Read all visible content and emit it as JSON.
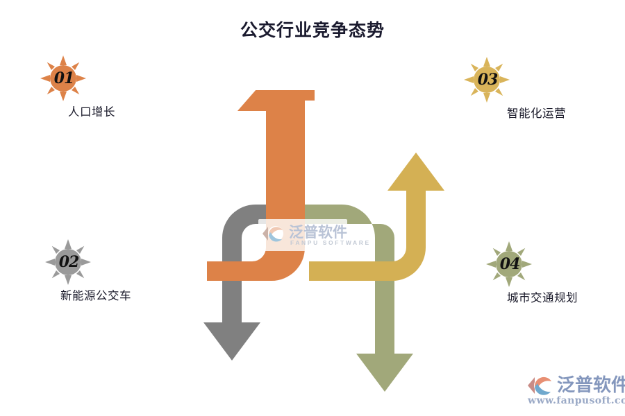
{
  "page": {
    "title": "公交行业竞争态势",
    "background_color": "#FFFFFF"
  },
  "diagram": {
    "type": "interlocking-curved-arrows",
    "description": "四个弯曲箭头交错组成的竞争态势图",
    "arrows": [
      {
        "id": "arrow-orange",
        "color": "#DD8248",
        "direction": "up",
        "tip_label": "向上",
        "linked_item": "01"
      },
      {
        "id": "arrow-gray",
        "color": "#808080",
        "direction": "down",
        "tip_label": "向下",
        "linked_item": "02"
      },
      {
        "id": "arrow-gold",
        "color": "#D4B054",
        "direction": "up",
        "tip_label": "向上",
        "linked_item": "03"
      },
      {
        "id": "arrow-sage",
        "color": "#A1A87A",
        "direction": "down",
        "tip_label": "向下",
        "linked_item": "04"
      }
    ]
  },
  "items": [
    {
      "number": "01",
      "label": "人口增长",
      "badge_color": "#DD8248"
    },
    {
      "number": "02",
      "label": "新能源公交车",
      "badge_color": "#9A9A9A"
    },
    {
      "number": "03",
      "label": "智能化运营",
      "badge_color": "#D9B45A"
    },
    {
      "number": "04",
      "label": "城市交通规划",
      "badge_color": "#A1A87A"
    }
  ],
  "watermark": {
    "name_cn": "泛普软件",
    "name_en": "FANPU SOFTWARE"
  },
  "brand": {
    "name_cn": "泛普软件",
    "url": "www.fanpusoft.com"
  }
}
